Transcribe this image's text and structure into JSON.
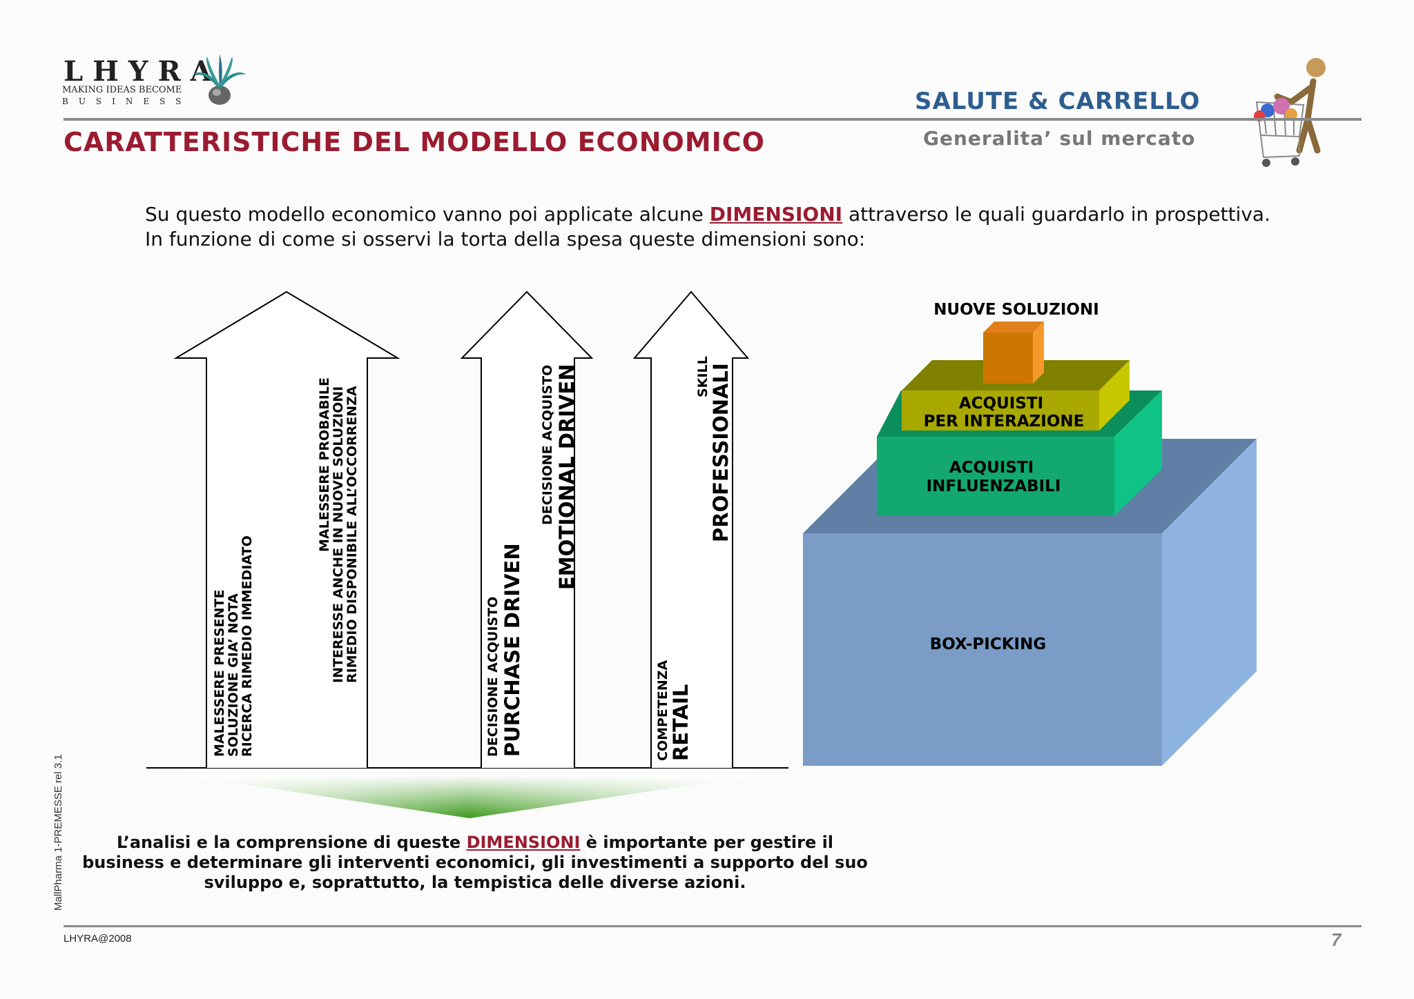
{
  "header": {
    "logo_name": "LHYRA",
    "logo_tagline": "MAKING IDEAS BECOME",
    "logo_tagline2": "BUSINESS",
    "right_title": "SALUTE & CARRELLO",
    "right_subtitle": "Generalita’ sul mercato",
    "page_title": "CARATTERISTICHE DEL MODELLO ECONOMICO"
  },
  "intro": {
    "before": "Su questo modello economico vanno poi applicate alcune ",
    "keyword": "DIMENSIONI",
    "after": " attraverso le quali guardarlo in prospettiva. In funzione di come si osservi la torta della spesa queste dimensioni sono:"
  },
  "arrows": {
    "a1_left": [
      "MALESSERE PRESENTE",
      "SOLUZIONE GIA’ NOTA",
      "RICERCA RIMEDIO IMMEDIATO"
    ],
    "a1_right": [
      "MALESSERE PROBABILE",
      "INTERESSE ANCHE IN NUOVE SOLUZIONI",
      "RIMEDIO DISPONIBILE ALL’OCCORRENZA"
    ],
    "a2_left_small": "DECISIONE ACQUISTO",
    "a2_left_big": "PURCHASE DRIVEN",
    "a2_right_small": "DECISIONE ACQUISTO",
    "a2_right_big": "EMOTIONAL DRIVEN",
    "a3_left_small": "COMPETENZA",
    "a3_left_big": "RETAIL",
    "a3_right_small": "SKILL",
    "a3_right_big": "PROFESSIONALI"
  },
  "pyramid": {
    "top_label": "NUOVE SOLUZIONI",
    "level3": [
      "ACQUISTI",
      "PER INTERAZIONE"
    ],
    "level2": [
      "ACQUISTI",
      "INFLUENZABILI"
    ],
    "level1": "BOX-PICKING",
    "colors": {
      "base_front": "#7a9cc6",
      "base_top": "#5f7fa6",
      "base_side": "#8fb3e0",
      "green_front": "#12a870",
      "green_top": "#0a8f5c",
      "olive_front": "#a8a800",
      "olive_top": "#808000",
      "orange_front": "#cc7700",
      "orange_side": "#e68a00"
    }
  },
  "conclusion": {
    "before": "L’analisi e la comprensione di queste ",
    "keyword": "DIMENSIONI",
    "after": " è importante per gestire il business e determinare gli interventi economici, gli investimenti a supporto del suo sviluppo e, soprattutto, la tempistica delle diverse azioni."
  },
  "footer": {
    "side_label": "MallPharma 1-PREMESSE rel 3.1",
    "copyright": "LHYRA@2008",
    "page_number": "7"
  }
}
